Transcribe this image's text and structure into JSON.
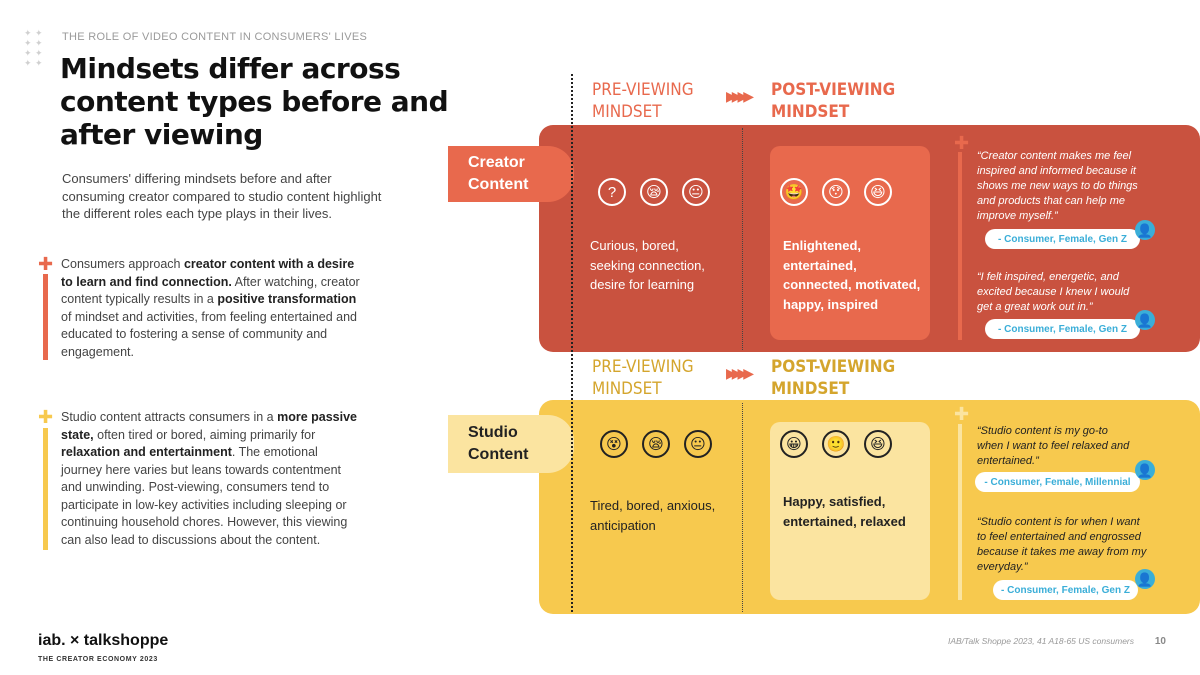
{
  "header": {
    "eyebrow": "THE ROLE OF VIDEO CONTENT IN CONSUMERS' LIVES",
    "title": "Mindsets differ across content types before and after viewing"
  },
  "intro": "Consumers' differing mindsets before and after consuming creator compared to studio content highlight the different roles each type plays in their lives.",
  "creator_para": {
    "t1": "Consumers approach ",
    "b1": "creator content with a desire to learn and find connection.",
    "t2": " After watching, creator content typically results in a ",
    "b2": "positive transformation",
    "t3": " of mindset and activities, from feeling entertained and educated to fostering a sense of community and engagement."
  },
  "studio_para": {
    "t1": "Studio content attracts consumers in a ",
    "b1": "more passive state,",
    "t2": " often tired or bored, aiming primarily for ",
    "b2": "relaxation and entertainment",
    "t3": ". The emotional journey here varies but leans towards contentment and unwinding. Post-viewing, consumers tend to participate in low-key activities including sleeping or continuing household chores. However, this viewing can also lead to discussions about the content."
  },
  "headings": {
    "pre_1": "PRE-VIEWING",
    "pre_2": "MINDSET",
    "post_1": "POST-VIEWING",
    "post_2": "MINDSET"
  },
  "creator": {
    "label_1": "Creator",
    "label_2": "Content",
    "pre_desc": "Curious, bored, seeking connection, desire for learning",
    "post_desc": "Enlightened, entertained, connected, motivated, happy, inspired",
    "pre_emojis": [
      "?",
      "😪",
      "😐"
    ],
    "post_emojis": [
      "🤩",
      "😯",
      "😆"
    ],
    "quotes": [
      {
        "text": "“Creator content makes me feel inspired and informed because it shows me new ways to do things and products that can help me improve myself.”",
        "attribution": "- Consumer, Female, Gen Z"
      },
      {
        "text": "“I felt inspired, energetic, and excited because I knew I would get a great work out in.”",
        "attribution": "- Consumer, Female, Gen Z"
      }
    ]
  },
  "studio": {
    "label_1": "Studio",
    "label_2": "Content",
    "pre_desc": "Tired, bored, anxious, anticipation",
    "post_desc": "Happy, satisfied, entertained, relaxed",
    "pre_emojis": [
      "😵",
      "😪",
      "😐"
    ],
    "post_emojis": [
      "😀",
      "🙂",
      "😆"
    ],
    "quotes": [
      {
        "text": "“Studio content is my go-to when I want to feel relaxed and entertained.”",
        "attribution": "- Consumer, Female, Millennial"
      },
      {
        "text": "“Studio content is for when I want to feel entertained and engrossed because it takes me away from my everyday.”",
        "attribution": "- Consumer, Female, Gen Z"
      }
    ]
  },
  "footer": {
    "logo": "iab. × talkshoppe",
    "sub": "THE CREATOR ECONOMY 2023",
    "source": "IAB/Talk Shoppe 2023, 41 A18-65 US consumers",
    "page": "10"
  },
  "colors": {
    "creator_dark": "#c9523f",
    "creator_mid": "#e8694d",
    "creator_head": "#e8694d",
    "studio_dark": "#f7c94e",
    "studio_light": "#fbe4a0",
    "studio_head": "#d4a52d",
    "avatar": "#3aaed8"
  }
}
